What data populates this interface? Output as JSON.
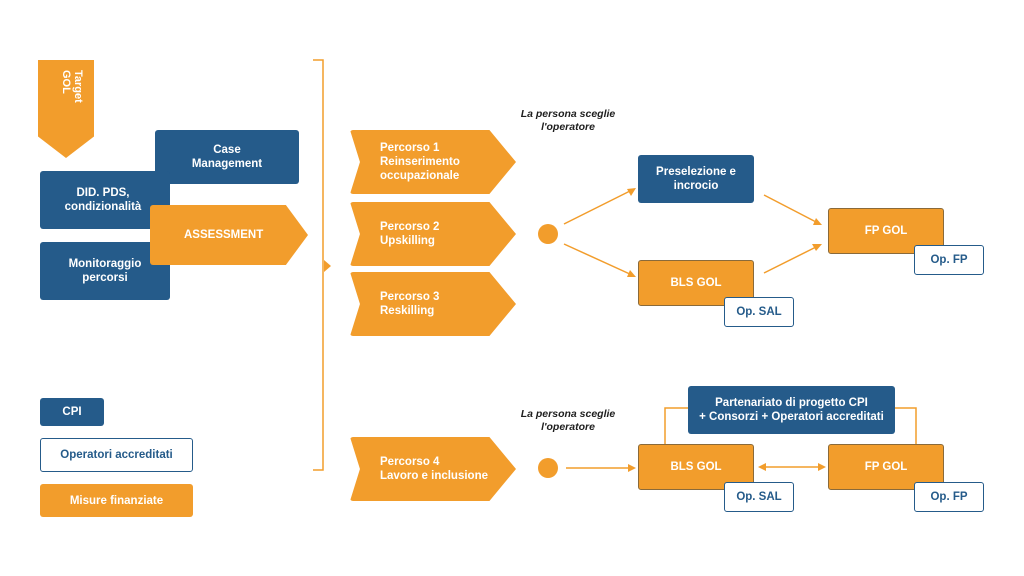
{
  "target": {
    "label": "Target\nGOL"
  },
  "left_boxes": {
    "case_management": "Case\nManagement",
    "did_pds": "DID. PDS,\ncondizionalità",
    "assessment": "ASSESSMENT",
    "monitoraggio": "Monitoraggio\npercorsi"
  },
  "legend": {
    "cpi": "CPI",
    "operatori": "Operatori accreditati",
    "misure": "Misure finanziate"
  },
  "percorsi": {
    "p1": "Percorso 1\nReinserimento\noccupazionale",
    "p2": "Percorso 2\nUpskilling",
    "p3": "Percorso 3\nReskilling",
    "p4": "Percorso 4\nLavoro e inclusione"
  },
  "notes": {
    "top": "La persona sceglie\nl'operatore",
    "bottom": "La persona sceglie\nl'operatore"
  },
  "upper_flow": {
    "preselezione": "Preselezione e\nincrocio",
    "bls_gol": "BLS GOL",
    "op_sal": "Op. SAL",
    "fp_gol": "FP GOL",
    "op_fp": "Op. FP"
  },
  "lower_flow": {
    "partenariato": "Partenariato di progetto CPI\n+ Consorzi + Operatori accreditati",
    "bls_gol": "BLS GOL",
    "op_sal": "Op. SAL",
    "fp_gol": "FP GOL",
    "op_fp": "Op. FP"
  },
  "colors": {
    "blue": "#255b8a",
    "orange": "#f29d2c"
  }
}
